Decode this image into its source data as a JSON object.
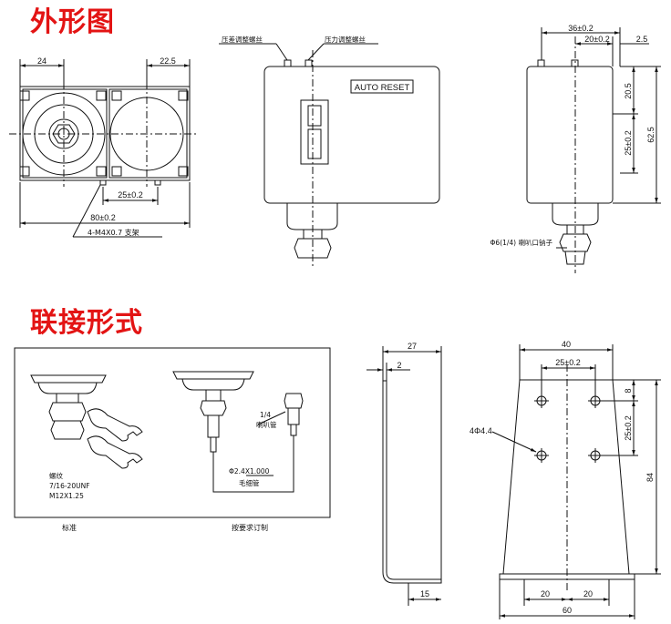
{
  "sections": {
    "outline_title": "外形图",
    "connection_title": "联接形式"
  },
  "front_view": {
    "dim_left": "24",
    "dim_right": "22.5",
    "dim_mount": "25±0.2",
    "dim_width": "80±0.2",
    "callout_bracket": "4-M4X0.7 支架"
  },
  "side_view": {
    "label_diff_screw": "压差调整螺丝",
    "label_pressure_screw": "压力调整螺丝",
    "badge": "AUTO RESET"
  },
  "profile_view": {
    "dim_top": "36±0.2",
    "dim_mid": "20±0.2",
    "dim_edge": "2.5",
    "dim_v1": "20.5",
    "dim_v2": "25±0.2",
    "dim_v3": "62.5",
    "callout_flare": "Φ6(1/4) 喇叭口钠子"
  },
  "connection_panel": {
    "thread_label": "螺纹",
    "thread_spec1": "7/16-20UNF",
    "thread_spec2": "M12X1.25",
    "flare_size": "1/4",
    "flare_label": "喇叭管",
    "capillary_size": "Φ2.4X1.000",
    "capillary_label": "毛细管",
    "caption_left": "标准",
    "caption_right": "按要求订制"
  },
  "l_bracket": {
    "dim_top": "27",
    "dim_thick": "2",
    "dim_bottom": "15"
  },
  "plate_bracket": {
    "dim_top": "40",
    "dim_holes": "25±0.2",
    "dim_hole_spacing_v": "25±0.2",
    "dim_edge": "8",
    "dim_height": "84",
    "hole_callout": "4Φ4.4",
    "dim_base_left": "20",
    "dim_base_right": "20",
    "dim_base": "60"
  }
}
